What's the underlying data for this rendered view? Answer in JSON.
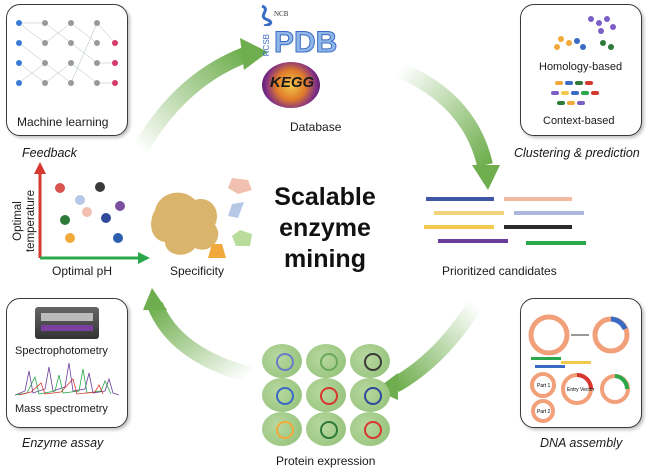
{
  "center": {
    "title_lines": [
      "Scalable",
      "enzyme",
      "mining"
    ]
  },
  "modules": {
    "machine_learning": {
      "panel_label": "Machine learning",
      "caption": "Feedback"
    },
    "database": {
      "logos": [
        "NCBI",
        "RCSB",
        "PDB",
        "KEGG"
      ],
      "label": "Database"
    },
    "clustering": {
      "items": [
        "Homology-based",
        "Context-based"
      ],
      "caption": "Clustering & prediction"
    },
    "candidates": {
      "label": "Prioritized candidates",
      "bar_colors": [
        "#3f57a8",
        "#f2b8a0",
        "#f2d27a",
        "#a9b8dc",
        "#f2c94c",
        "#2c2c2c",
        "#6a3d9a",
        "#2aa84a"
      ]
    },
    "dna_assembly": {
      "caption": "DNA assembly",
      "texts": [
        "Part 1",
        "Entry Vector",
        "Part 2"
      ]
    },
    "protein_expression": {
      "label": "Protein expression"
    },
    "enzyme_assay": {
      "items": [
        "Spectrophotometry",
        "Mass spectrometry"
      ],
      "caption": "Enzyme assay"
    },
    "specificity": {
      "y_axis": "Optimal temperature",
      "x_axis": "Optimal pH",
      "label": "Specificity",
      "dot_colors": [
        "#d9534f",
        "#3a3a3a",
        "#b7c7e6",
        "#2d7a3a",
        "#f2c0b0",
        "#2f4a9a",
        "#7b4fa0",
        "#f2a93b",
        "#2b5fb0"
      ]
    }
  },
  "colors": {
    "arrow": "#8bbf6e",
    "axis_red": "#d6372e",
    "axis_green": "#2aa84a"
  }
}
